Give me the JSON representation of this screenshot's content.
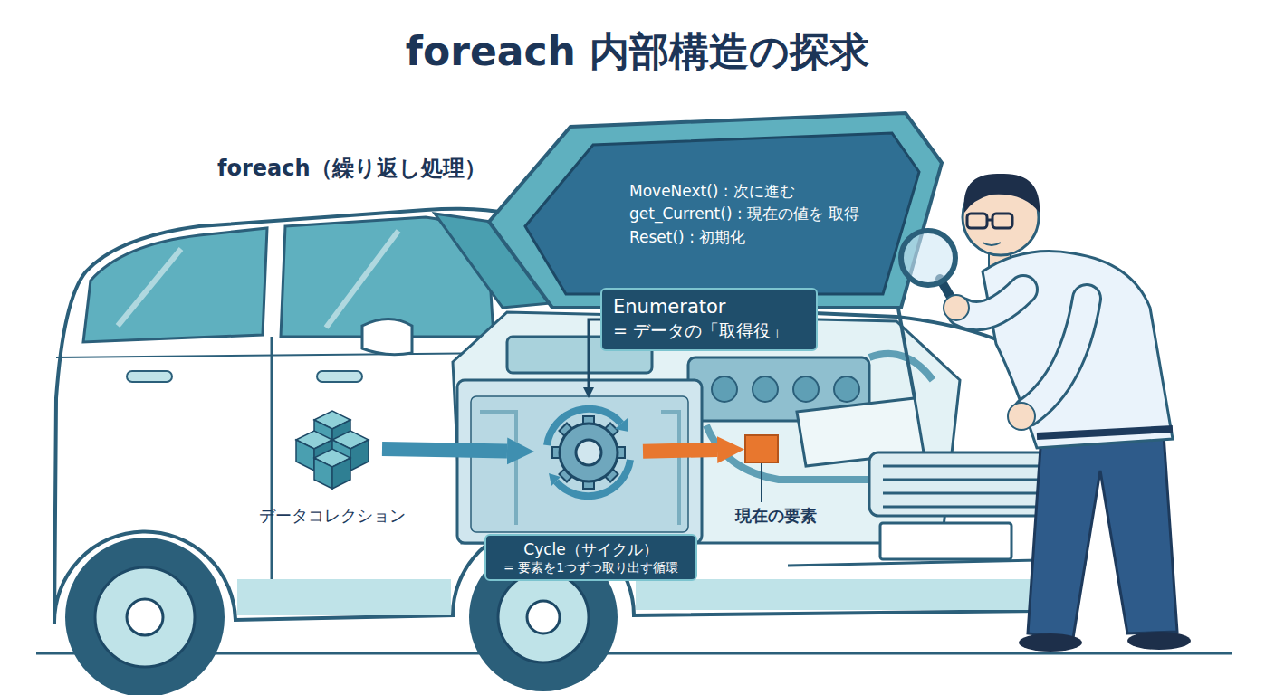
{
  "diagram": {
    "title": "foreach 内部構造の探求",
    "nodes": [
      {
        "text": [
          "MoveNext() : 次に進む",
          "get_Current() : 現在の値を 取得",
          "Reset() : 初期化"
        ]
      },
      {
        "text": [
          "Enumerator",
          "= データの「取得役」"
        ]
      },
      {
        "text": [
          "データコレクション"
        ]
      },
      {
        "text": [
          "Cycle（サイクル）",
          "= 要素を1つずつ取り出す循環"
        ]
      },
      {
        "text": [
          "現在の要素"
        ]
      }
    ],
    "edges": [
      {
        "from": 2,
        "to": 3,
        "arrow": "to"
      },
      {
        "from": 3,
        "to": 4,
        "arrow": "to"
      },
      {
        "from": 1,
        "to": 3,
        "arrow": "to"
      }
    ],
    "labels": [
      "foreach（繰り返し処理）"
    ]
  }
}
